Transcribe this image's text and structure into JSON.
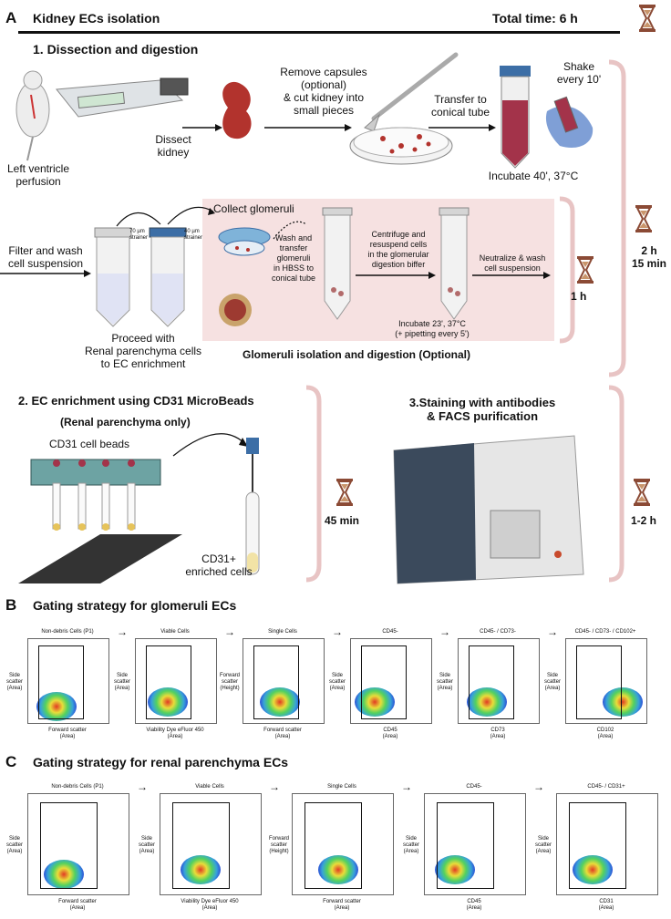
{
  "panelA": {
    "letter": "A",
    "title": "Kidney ECs isolation",
    "total_time": "Total time: 6 h",
    "step1": "1. Dissection and digestion",
    "perfusion": "Left ventricle\nperfusion",
    "dissect": "Dissect\nkidney",
    "remove": "Remove capsules\n(optional)\n& cut kidney into\nsmall pieces",
    "transfer": "Transfer to\nconical tube",
    "shake": "Shake\nevery 10'",
    "incubate1": "Incubate 40', 37°C",
    "filter": "Filter and wash\ncell suspension",
    "strainer70": "70 µm\nstrainer",
    "strainer40": "40 µm\nstrainer",
    "collect": "Collect glomeruli",
    "wash": "Wash and\ntransfer\nglomeruli\nin HBSS to\nconical tube",
    "centrifuge": "Centrifuge and\nresuspend cells\nin the glomerular\ndigestion biffer",
    "neutralize": "Neutralize & wash\ncell suspension",
    "incubate2": "Incubate 23', 37°C\n(+ pipetting every 5')",
    "proceed": "Proceed with\nRenal parenchyma cells\nto EC enrichment",
    "glom_title": "Glomeruli isolation and digestion (Optional)",
    "time_1h": "1 h",
    "time_2h": "2 h\n15 min",
    "step2": "2. EC enrichment using CD31 MicroBeads",
    "step2_sub": "(Renal parenchyma only)",
    "beads": "CD31 cell beads",
    "enriched": "CD31+\nenriched cells",
    "time_45": "45 min",
    "step3": "3.Staining with antibodies\n& FACS purification",
    "time_12": "1-2 h"
  },
  "panelB": {
    "letter": "B",
    "title": "Gating strategy for glomeruli ECs",
    "plots": [
      {
        "title": "Non-debris Cells (P1)",
        "x": "Forward scatter\n(Area)",
        "y": "Side scatter\n(Area)"
      },
      {
        "title": "Viable Cells",
        "x": "Viability Dye eFluor 450\n(Area)",
        "y": "Side scatter\n(Area)"
      },
      {
        "title": "Single Cells",
        "x": "Forward scatter\n(Area)",
        "y": "Forward scatter\n(Height)"
      },
      {
        "title": "CD45-",
        "x": "CD45\n(Area)",
        "y": "Side scatter\n(Area)"
      },
      {
        "title": "CD45- / CD73-",
        "x": "CD73\n(Area)",
        "y": "Side scatter\n(Area)"
      },
      {
        "title": "CD45- / CD73- / CD102+",
        "x": "CD102\n(Area)",
        "y": "Side scatter\n(Area)"
      }
    ]
  },
  "panelC": {
    "letter": "C",
    "title": "Gating strategy for renal parenchyma ECs",
    "plots": [
      {
        "title": "Non-debris Cells (P1)",
        "x": "Forward scatter\n(Area)",
        "y": "Side scatter\n(Area)"
      },
      {
        "title": "Viable Cells",
        "x": "Viability Dye eFluor 450\n(Area)",
        "y": "Side scatter\n(Area)"
      },
      {
        "title": "Single Cells",
        "x": "Forward scatter\n(Area)",
        "y": "Forward scatter\n(Height)"
      },
      {
        "title": "CD45-",
        "x": "CD45\n(Area)",
        "y": "Side scatter\n(Area)"
      },
      {
        "title": "CD45- / CD31+",
        "x": "CD31\n(Area)",
        "y": "Side scatter\n(Area)"
      }
    ]
  },
  "colors": {
    "timeline": "#e8c4c4",
    "glom_box": "#f6e1e1",
    "hourglass": "#8b4a35"
  }
}
